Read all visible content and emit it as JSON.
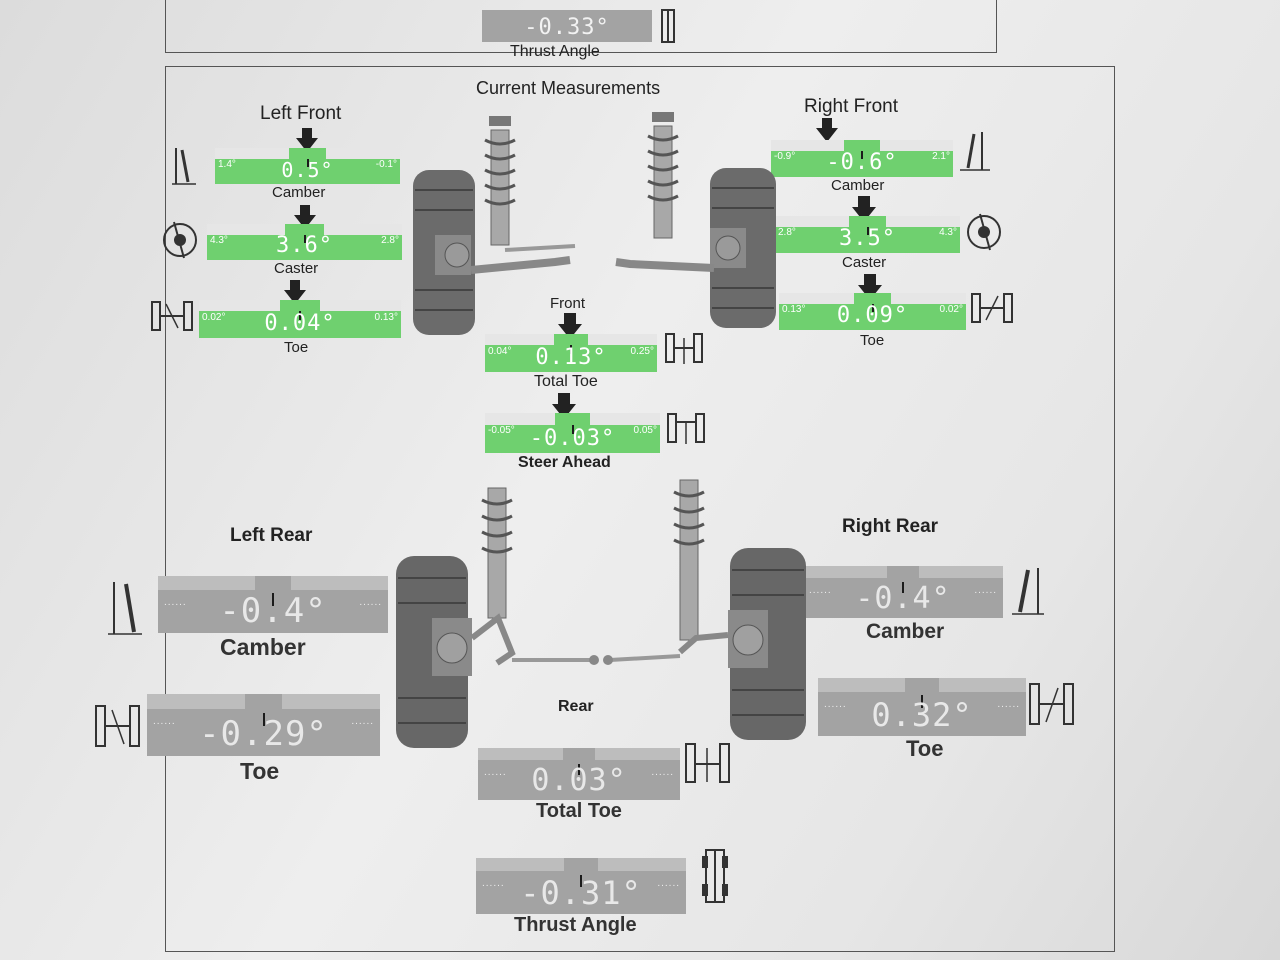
{
  "top_thrust": {
    "value": "-0.33°",
    "label": "Thrust Angle"
  },
  "title": "Current Measurements",
  "left_front": {
    "heading": "Left Front",
    "camber": {
      "value": "0.5°",
      "lo": "1.4°",
      "hi": "-0.1°",
      "label": "Camber"
    },
    "caster": {
      "value": "3.6°",
      "lo": "4.3°",
      "hi": "2.8°",
      "label": "Caster"
    },
    "toe": {
      "value": "0.04°",
      "lo": "0.02°",
      "hi": "0.13°",
      "label": "Toe"
    }
  },
  "right_front": {
    "heading": "Right Front",
    "camber": {
      "value": "-0.6°",
      "lo": "-0.9°",
      "hi": "2.1°",
      "label": "Camber"
    },
    "caster": {
      "value": "3.5°",
      "lo": "2.8°",
      "hi": "4.3°",
      "label": "Caster"
    },
    "toe": {
      "value": "0.09°",
      "lo": "0.13°",
      "hi": "0.02°",
      "label": "Toe"
    }
  },
  "front": {
    "heading": "Front",
    "total_toe": {
      "value": "0.13°",
      "lo": "0.04°",
      "hi": "0.25°",
      "label": "Total Toe"
    },
    "steer_ahead": {
      "value": "-0.03°",
      "lo": "-0.05°",
      "hi": "0.05°",
      "label": "Steer Ahead"
    }
  },
  "left_rear": {
    "heading": "Left Rear",
    "camber": {
      "value": "-0.4°",
      "label": "Camber"
    },
    "toe": {
      "value": "-0.29°",
      "label": "Toe"
    }
  },
  "right_rear": {
    "heading": "Right Rear",
    "camber": {
      "value": "-0.4°",
      "label": "Camber"
    },
    "toe": {
      "value": "0.32°",
      "label": "Toe"
    }
  },
  "rear": {
    "heading": "Rear",
    "total_toe": {
      "value": "0.03°",
      "label": "Total Toe"
    },
    "thrust_angle": {
      "value": "-0.31°",
      "label": "Thrust Angle"
    }
  },
  "colors": {
    "in_spec": "#6fd06f",
    "no_spec": "#a3a3a3"
  },
  "icons": [
    "camber-icon",
    "caster-icon",
    "toe-icon",
    "indicator-arrow-icon",
    "suspension-strut-icon",
    "wheel-icon",
    "thrust-angle-icon"
  ]
}
